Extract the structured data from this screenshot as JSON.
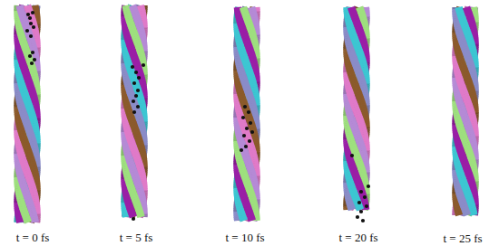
{
  "diagram": {
    "labels": [
      "t = 0 fs",
      "t = 5 fs",
      "t = 10 fs",
      "t = 20 fs",
      "t = 25 fs"
    ]
  }
}
